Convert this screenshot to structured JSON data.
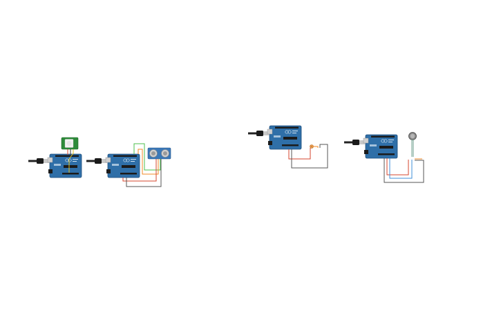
{
  "canvas": {
    "background": "#ffffff",
    "zoom_level": "unshown"
  },
  "boards": [
    {
      "id": "board-1",
      "brand": "UNO",
      "attached": "pir-motion-sensor"
    },
    {
      "id": "board-2",
      "brand": "UNO",
      "attached": "ultrasonic-distance-sensor"
    },
    {
      "id": "board-3",
      "brand": "UNO",
      "attached": "photoresistor"
    },
    {
      "id": "board-4",
      "brand": "UNO",
      "attached": "flex-force-sensor"
    }
  ],
  "colors": {
    "board": "#2f6fa8",
    "board_edge": "#1f4f7d",
    "header": "#1b1b1b",
    "usb_metal": "#c9c9c9",
    "cable": "#222222",
    "pir_green": "#2e8b3a",
    "sensor_blue": "#3b78b8",
    "wire_red": "#d6452d",
    "wire_green": "#4bbf4b",
    "wire_orange": "#f08a24",
    "wire_gray": "#555555",
    "wire_blue": "#3f8fd8",
    "wire_yellow": "#e6c21b"
  }
}
